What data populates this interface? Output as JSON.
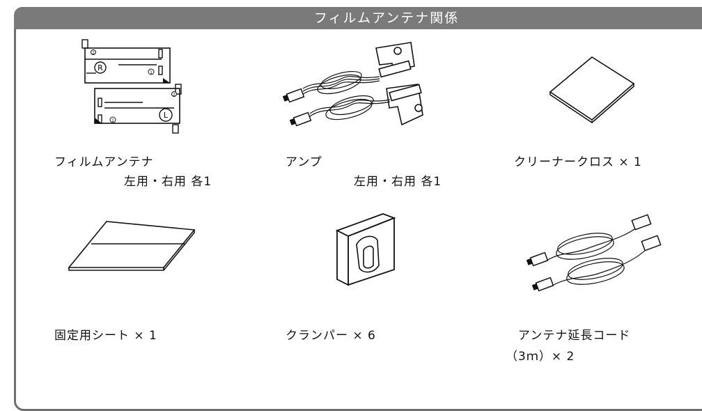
{
  "header": {
    "title": "フィルムアンテナ関係"
  },
  "items": [
    {
      "name": "フィルムアンテナ",
      "note": "左用・右用 各1"
    },
    {
      "name": "アンプ",
      "note": "左用・右用 各1"
    },
    {
      "name": "クリーナークロス × 1"
    },
    {
      "name": "固定用シート × 1"
    },
    {
      "name": "クランパー × 6"
    },
    {
      "name": "アンテナ延長コード",
      "note": "（3ｍ）× 2"
    }
  ],
  "illus_text": {
    "antenna_r_letter": "R",
    "antenna_l_letter": "L",
    "num1": "1",
    "num2": "2"
  }
}
